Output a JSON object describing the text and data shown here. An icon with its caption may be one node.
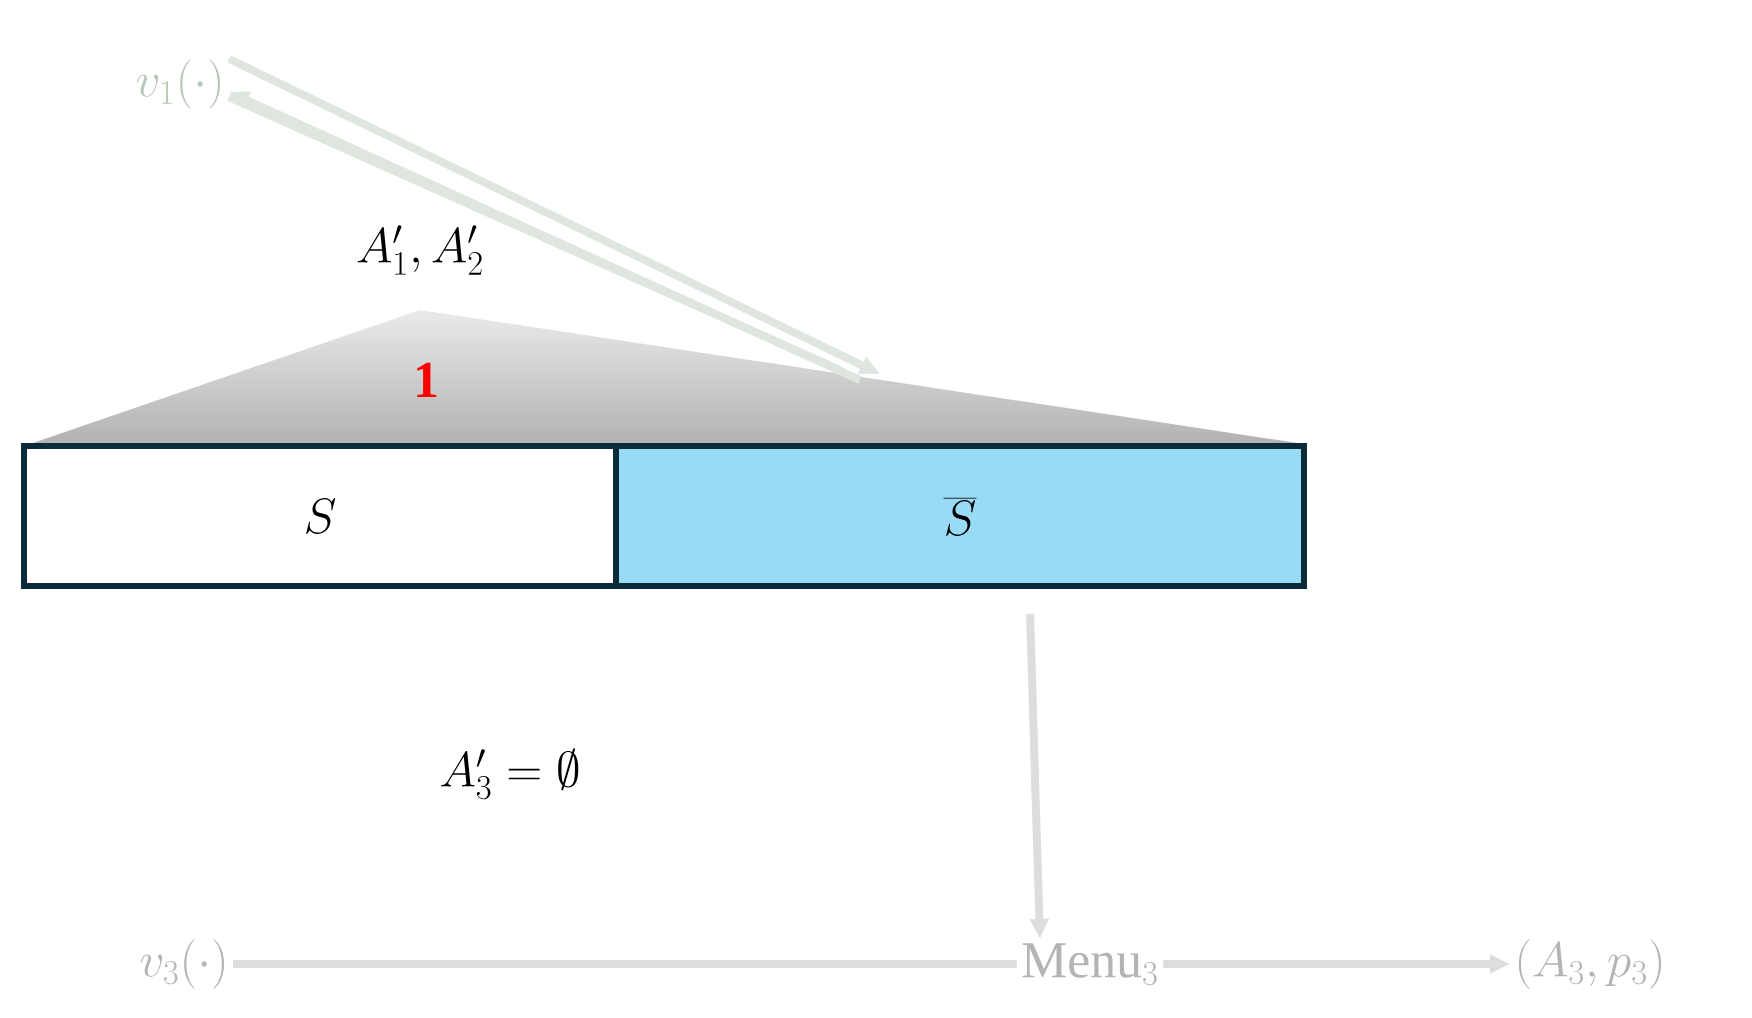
{
  "diagram": {
    "nodes": [
      {
        "text": [
          "S"
        ]
      },
      {
        "text": [
          "\\overline{S}"
        ]
      },
      {
        "text": [
          "v_1(\\cdot)"
        ]
      },
      {
        "text": [
          "v_3(\\cdot)"
        ]
      },
      {
        "text": [
          "\\mathrm{Menu}_3"
        ]
      },
      {
        "text": [
          "(A_3, p_3)"
        ]
      }
    ],
    "edges": [
      {
        "from": 2,
        "to": null,
        "arrow": "to"
      },
      {
        "from": null,
        "to": 2,
        "arrow": "to"
      },
      {
        "from": 2,
        "to": null,
        "arrow": "none"
      },
      {
        "from": null,
        "to": 4,
        "arrow": "to"
      },
      {
        "from": 3,
        "to": 4,
        "arrow": "none"
      },
      {
        "from": 4,
        "to": 5,
        "arrow": "to"
      }
    ],
    "labels": [
      "A'_1, A'_2",
      "1",
      "A'_3 = \\emptyset"
    ]
  }
}
